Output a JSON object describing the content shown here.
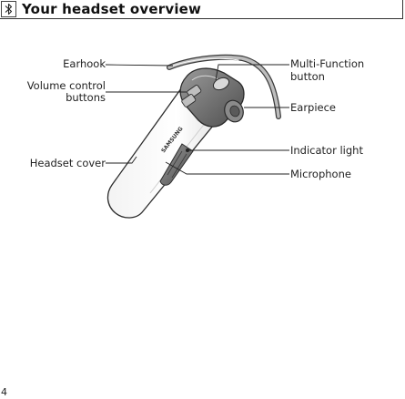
{
  "header": {
    "title": "Your headset overview",
    "icon": "bluetooth-icon"
  },
  "labels": {
    "earhook": "Earhook",
    "volume_line1": "Volume control",
    "volume_line2": "buttons",
    "headset_cover": "Headset cover",
    "multifunction_line1": "Multi-Function",
    "multifunction_line2": "button",
    "earpiece": "Earpiece",
    "indicator_light": "Indicator light",
    "microphone": "Microphone"
  },
  "device": {
    "brand": "SAMSUNG"
  },
  "page_number": "4"
}
